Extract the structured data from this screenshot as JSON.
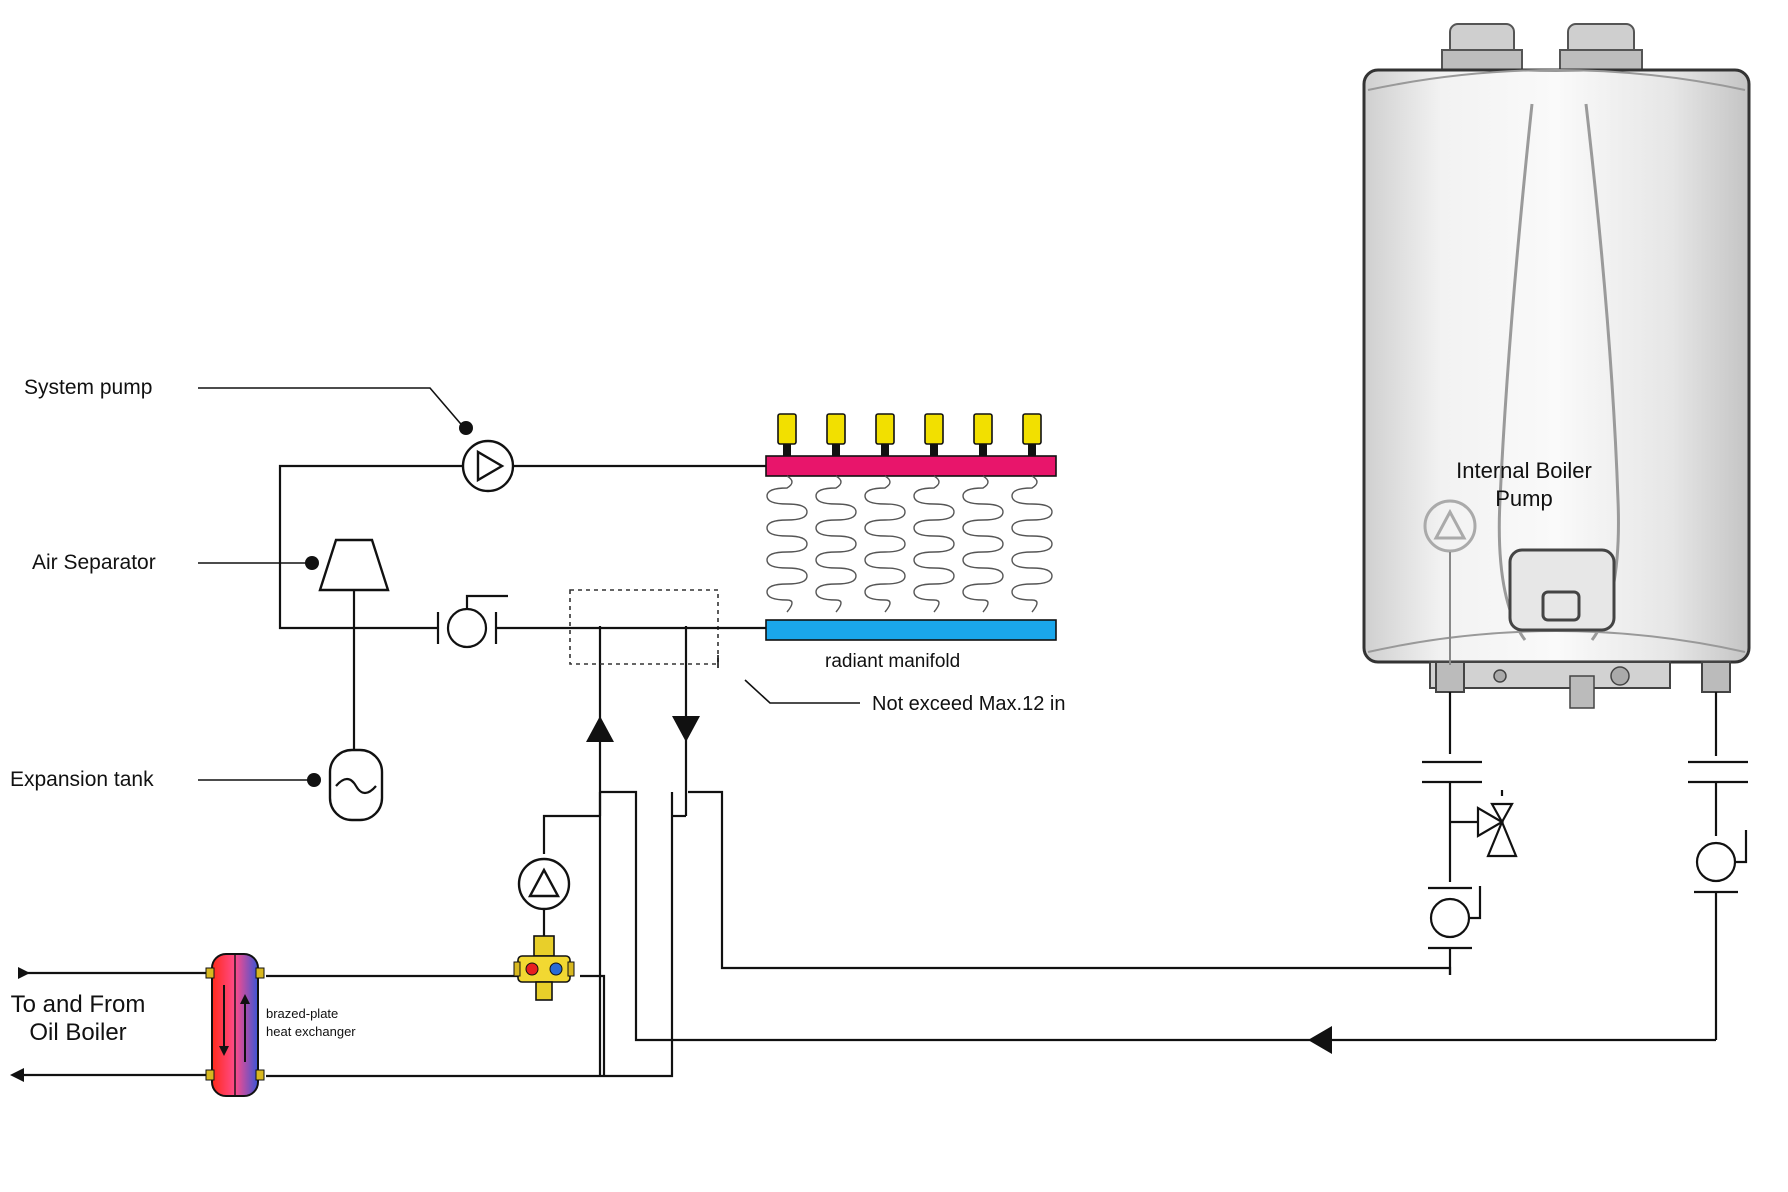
{
  "labels": {
    "system_pump": "System pump",
    "air_separator": "Air Separator",
    "expansion_tank": "Expansion tank",
    "radiant_manifold": "radiant manifold",
    "not_exceed": "Not exceed Max.12 in",
    "internal_pump_line1": "Internal Boiler",
    "internal_pump_line2": "Pump",
    "to_from_line1": "To and From",
    "to_from_line2": "Oil Boiler",
    "hx_line1": "brazed-plate",
    "hx_line2": "heat exchanger"
  },
  "colors": {
    "supply_header": "#e8156b",
    "return_header": "#1aa7ec",
    "actuator": "#f2e000",
    "hx_hot": "#e8231e",
    "hx_cold": "#3a55d6",
    "boiler_body": "#e4e4e4"
  },
  "icons": [
    "pump-icon",
    "air-separator-icon",
    "expansion-tank-icon",
    "check-valve-icon",
    "mixing-valve-icon",
    "relief-valve-icon"
  ]
}
